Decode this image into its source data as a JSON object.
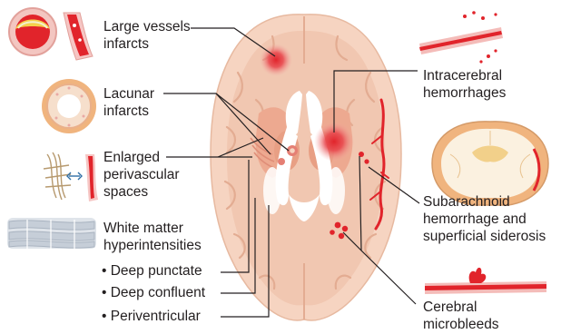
{
  "labels": {
    "large_vessels": "Large vessels\ninfarcts",
    "lacunar": "Lacunar\ninfarcts",
    "epvs": "Enlarged\nperivascular\nspaces",
    "wmh": "White matter\nhyperintensities",
    "deep_punctate": "• Deep punctate",
    "deep_confluent": "• Deep confluent",
    "periventricular": "• Periventricular",
    "ich": "Intracerebral\nhemorrhages",
    "sah": "Subarachnoid\nhemorrhage and\nsuperficial siderosis",
    "cmb": "Cerebral\nmicrobleeds"
  },
  "colors": {
    "brain_outer": "#f6d4c1",
    "brain_inner": "#efc1a8",
    "ventricle": "#ffffff",
    "gray_matter": "#eda990",
    "lesion_red": "#e1242b",
    "line": "#231f20",
    "vessel_pink": "#f3b3b0"
  },
  "icons": [
    "vessel-cross-section-icon",
    "vessel-segment-icon",
    "lacune-ring-icon",
    "perivascular-space-icon",
    "white-matter-fibers-icon",
    "ruptured-vessel-icon",
    "coronal-brain-icon",
    "microbleed-vessel-icon"
  ]
}
